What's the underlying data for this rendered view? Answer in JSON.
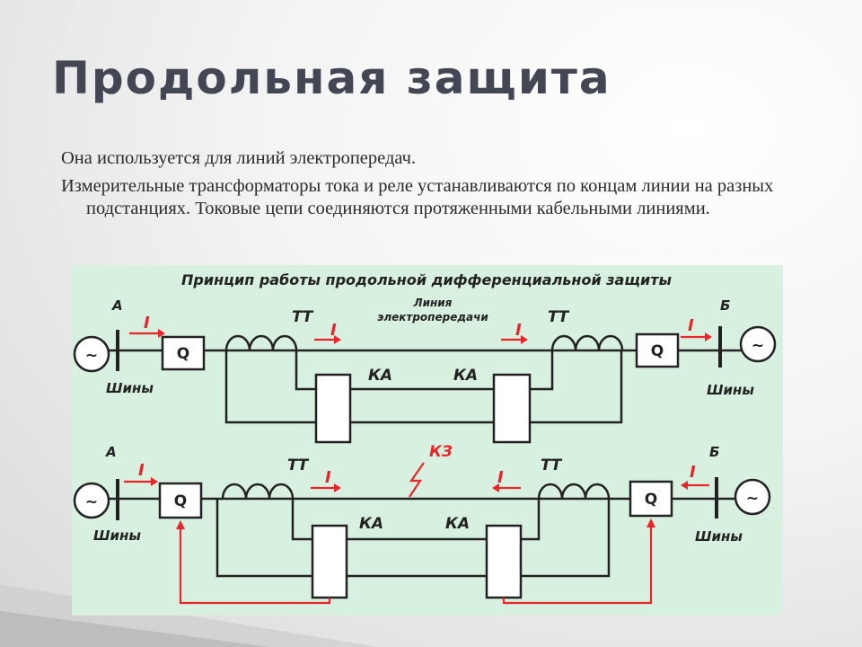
{
  "title": "Продольная защита",
  "paragraphs": [
    "Она используется для линий электропередач.",
    "Измерительные трансформаторы тока и реле устанавливаются по концам линии на разных подстанциях. Токовые цепи соединяются протяженными кабельными линиями."
  ],
  "diagram": {
    "title": "Принцип работы продольной дифференциальной защиты",
    "line_label_1": "Линия",
    "line_label_2": "электропередачи",
    "labels": {
      "end_a": "А",
      "end_b": "Б",
      "bus": "Шины",
      "breaker": "Q",
      "ct": "ТТ",
      "relay": "КА",
      "current": "I",
      "fault": "КЗ",
      "generator": "~"
    },
    "colors": {
      "background": "#d8f0df",
      "accent": "#e8262a",
      "ink": "#222222"
    }
  }
}
